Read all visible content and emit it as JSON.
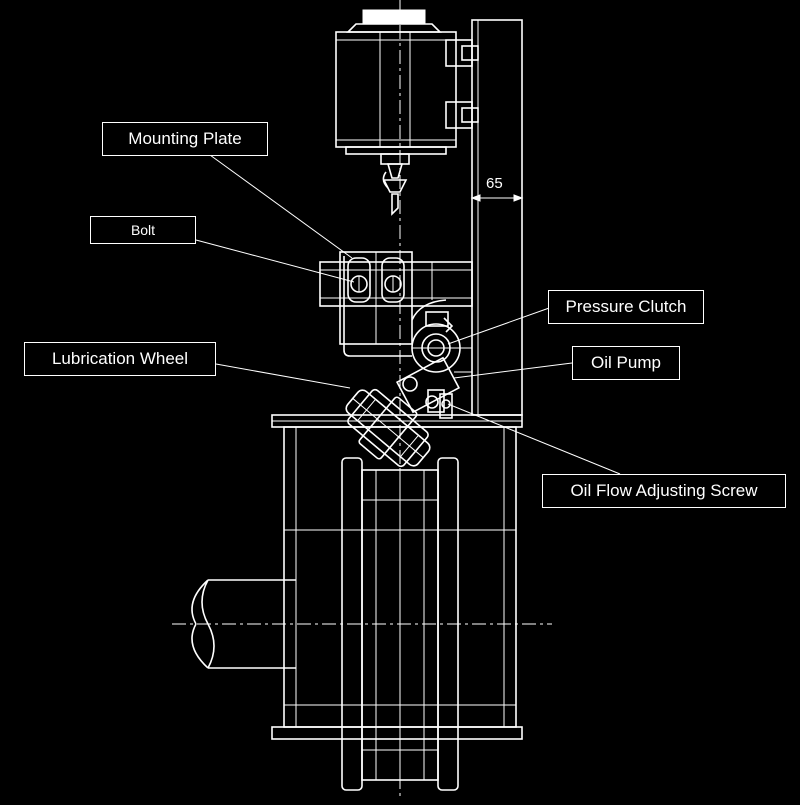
{
  "labels": {
    "mounting_plate": "Mounting Plate",
    "bolt": "Bolt",
    "pressure_clutch": "Pressure Clutch",
    "oil_pump": "Oil Pump",
    "lubrication_wheel": "Lubrication Wheel",
    "oil_flow_adjusting_screw": "Oil Flow Adjusting Screw"
  },
  "dimension": {
    "value": "65"
  },
  "colors": {
    "background": "#000000",
    "line": "#ffffff"
  }
}
